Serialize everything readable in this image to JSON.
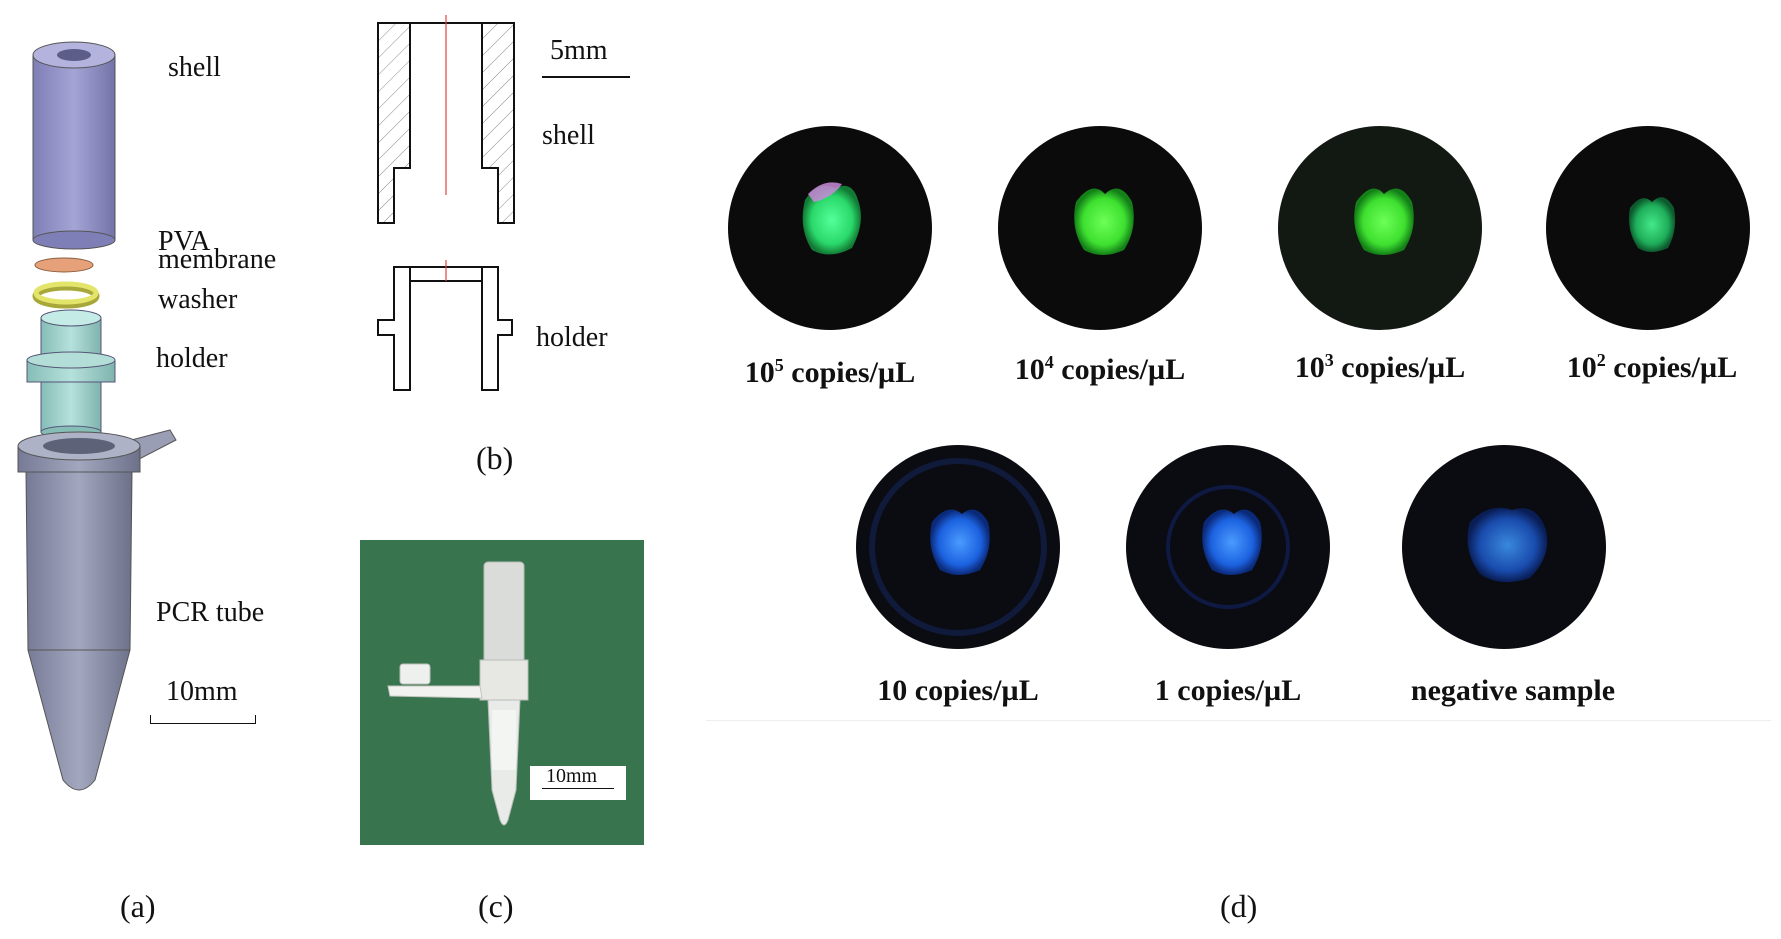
{
  "panels": {
    "a": {
      "letter": "(a)",
      "labels": {
        "shell": "shell",
        "pva": "PVA",
        "membrane": "membrane",
        "washer": "washer",
        "holder": "holder",
        "pcr": "PCR tube"
      },
      "scale": "10mm"
    },
    "b": {
      "letter": "(b)",
      "scale": "5mm",
      "labels": {
        "shell": "shell",
        "holder": "holder"
      }
    },
    "c": {
      "letter": "(c)",
      "scale": "10mm"
    },
    "d": {
      "letter": "(d)",
      "wells": [
        {
          "base": "10",
          "exp": "5",
          "unit": " copies/µL",
          "color": "green"
        },
        {
          "base": "10",
          "exp": "4",
          "unit": " copies/µL",
          "color": "green"
        },
        {
          "base": "10",
          "exp": "3",
          "unit": " copies/µL",
          "color": "green"
        },
        {
          "base": "10",
          "exp": "2",
          "unit": " copies/µL",
          "color": "green"
        },
        {
          "base": "10 copies/µL",
          "exp": "",
          "unit": "",
          "color": "blue"
        },
        {
          "base": "1 copies/µL",
          "exp": "",
          "unit": "",
          "color": "blue"
        },
        {
          "base": "negative sample",
          "exp": "",
          "unit": "",
          "color": "blue"
        }
      ]
    }
  },
  "colors": {
    "shell": "#8f8fc4",
    "membrane": "#e7a27c",
    "washer": "#e1e36a",
    "holder": "#9fcfca",
    "pcr": "#8d91a9",
    "photo_bg": "#3e7b53",
    "glow_green": "#2cff74",
    "glow_blue": "#2a7cff"
  }
}
